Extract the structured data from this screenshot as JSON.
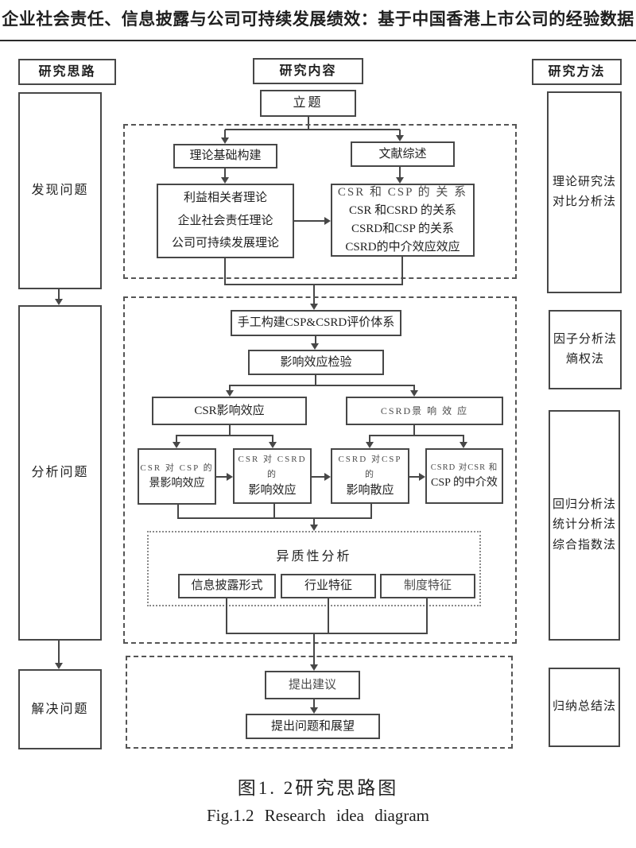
{
  "page": {
    "title": "企业社会责任、信息披露与公司可持续发展绩效：基于中国香港上市公司的经验数据",
    "caption_zh": "图1. 2研究思路图",
    "caption_en": "Fig.1.2  Research  idea  diagram"
  },
  "left_column": {
    "header": "研究思路",
    "stages": [
      "发现问题",
      "分析问题",
      "解决问题"
    ]
  },
  "middle_column": {
    "header": "研究内容",
    "topic": "立题",
    "theory_label": "理论基础构建",
    "literature_label": "文献综述",
    "theories": [
      "利益相关者理论",
      "企业社会责任理论",
      "公司可持续发展理论"
    ],
    "relations": [
      "CSR 和 CSP 的 关 系",
      "CSR 和CSRD 的关系",
      "CSRD和CSP 的关系",
      "CSRD的中介效应效应"
    ],
    "system": "手工构建CSP&CSRD评价体系",
    "effect_test": "影响效应检验",
    "csr_effect": "CSR影响效应",
    "csrd_effect": "CSRD景 响 效 应",
    "effect_boxes": [
      {
        "line1": "CSR 对 CSP 的",
        "line2": "景影响效应"
      },
      {
        "line1": "CSR 对 CSRD 的",
        "line2": "影响效应"
      },
      {
        "line1": "CSRD 对CSP 的",
        "line2": "影响散应"
      },
      {
        "line1": "CSRD 对CSR 和",
        "line2": "CSP 的中介效"
      }
    ],
    "heterogeneity": {
      "title": "异质性分析",
      "items": [
        "信息披露形式",
        "行业特征",
        "制度特征"
      ]
    },
    "suggestion": "提出建议",
    "outlook": "提出问题和展望"
  },
  "right_column": {
    "header": "研究方法",
    "methods": [
      {
        "lines": [
          "理论研究法",
          "对比分析法"
        ]
      },
      {
        "lines": [
          "因子分析法",
          "熵权法"
        ]
      },
      {
        "lines": [
          "回归分析法",
          "统计分析法",
          "综合指数法"
        ]
      },
      {
        "lines": [
          "归纳总结法"
        ]
      }
    ]
  },
  "colors": {
    "line": "#474747",
    "text": "#1f1f1f",
    "background": "#ffffff"
  }
}
